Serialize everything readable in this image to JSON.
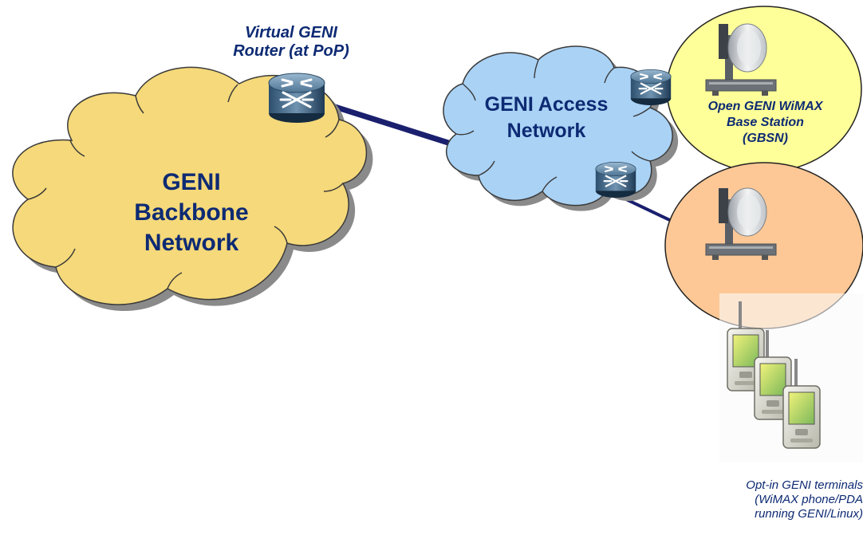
{
  "backbone": {
    "lines": [
      "GENI",
      "Backbone",
      "Network"
    ]
  },
  "access": {
    "lines": [
      "GENI Access",
      "Network"
    ]
  },
  "router_caption": {
    "lines": [
      "Virtual GENI",
      "Router (at PoP)"
    ]
  },
  "base_station": {
    "lines": [
      "Open GENI WiMAX",
      "Base Station",
      "(GBSN)"
    ]
  },
  "terminals": {
    "lines": [
      "Opt-in GENI terminals",
      "(WiMAX phone/PDA",
      "running GENI/Linux)"
    ]
  },
  "colors": {
    "backbone_fill": "#f5d97a",
    "access_fill": "#a9d2f5",
    "base_station_fill": "#ffff99",
    "coverage_fill": "#fdc896",
    "link": "#1a1f6e",
    "text": "#0d2a73"
  }
}
